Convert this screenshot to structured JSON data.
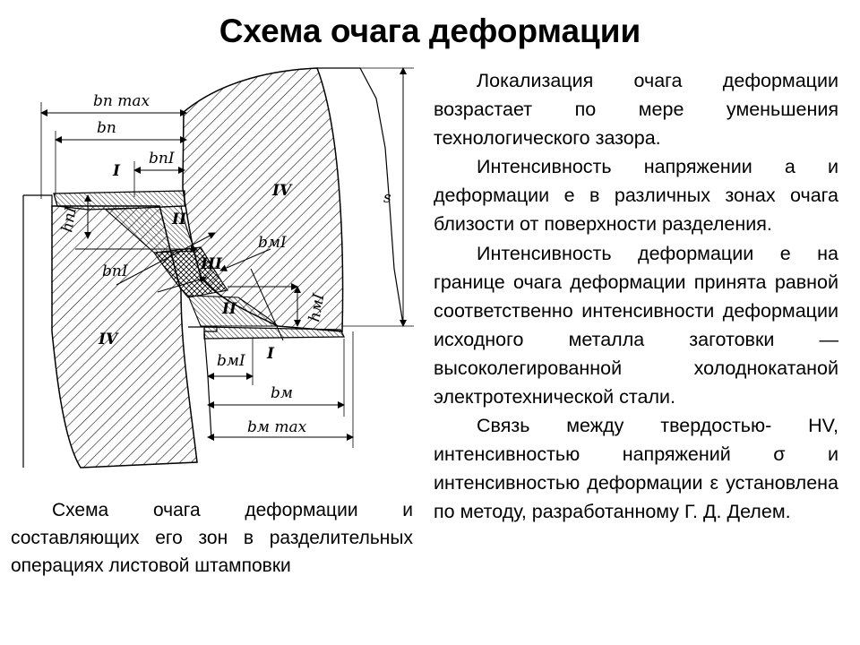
{
  "title": "Схема очага деформации",
  "caption": "Схема очага деформации и составляющих его зон в разделительных операциях листовой штамповки",
  "paragraphs": [
    "Локализация очага деформации возрастает по мере уменьшения технологического зазора.",
    "Интенсивность напряжении а и деформации е в различных зонах очага близости от поверхности разделения.",
    "Интенсивность деформации е на границе очага деформации принята равной соответственно интенсивности деформации исходного металла заготовки — высоколегированной холоднокатаной электротехнической стали.",
    "Связь между твердостью- HV, интенсивностью напряжений σ и интенсивностью деформации ε установлена по методу, разработанному Г. Д. Делем."
  ],
  "figure": {
    "dimensions": {
      "b_p_max": "bп max",
      "b_p": "bп",
      "b_p1": "bпI",
      "b_m1": "bмI",
      "b_m": "bм",
      "b_m_max": "bм max",
      "h_p1": "hпI",
      "h_m1": "hмI",
      "s": "s",
      "b_p1_diag": "bпI",
      "b_m4": "bмI"
    },
    "zones": {
      "z1_top": "I",
      "z2_top": "II",
      "z3": "III",
      "z4_top": "IV",
      "z1_bottom": "I",
      "z2_bottom": "II",
      "z4_bottom": "IV"
    }
  }
}
